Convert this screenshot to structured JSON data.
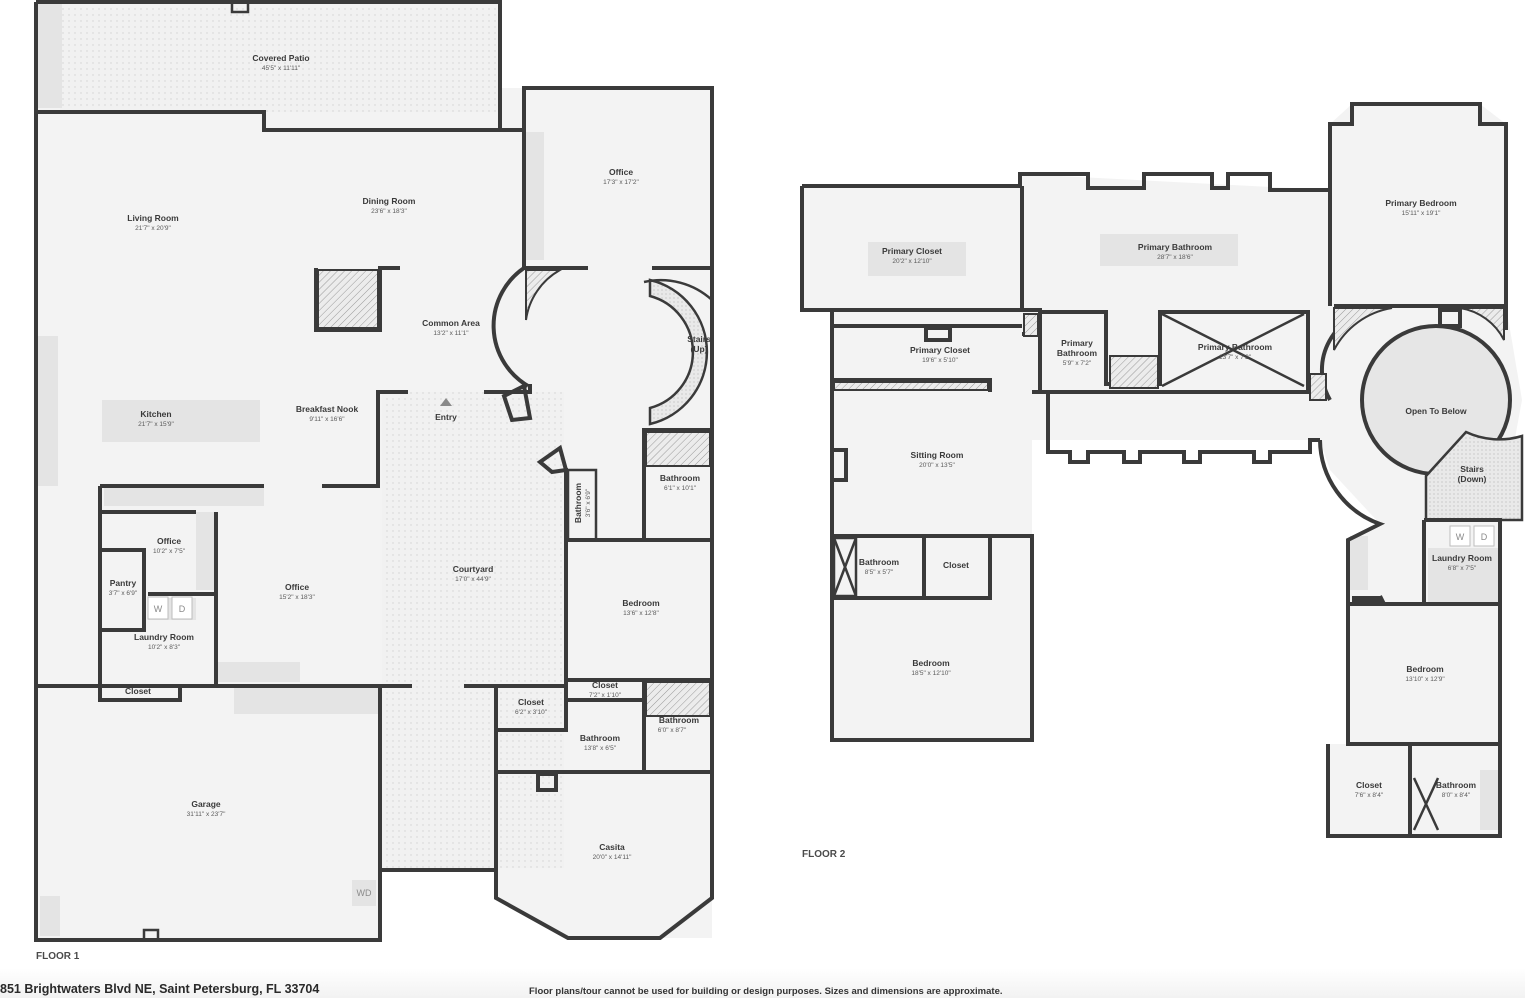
{
  "floors": {
    "floor1": {
      "label": "FLOOR 1"
    },
    "floor2": {
      "label": "FLOOR 2"
    }
  },
  "rooms": {
    "covered_patio": {
      "name": "Covered Patio",
      "dim": "45'5\" x 11'11\""
    },
    "living_room": {
      "name": "Living Room",
      "dim": "21'7\" x 20'9\""
    },
    "dining_room": {
      "name": "Dining Room",
      "dim": "23'6\" x 18'3\""
    },
    "office_top": {
      "name": "Office",
      "dim": "17'3\" x 17'2\""
    },
    "common_area": {
      "name": "Common Area",
      "dim": "13'2\" x 11'1\""
    },
    "stairs_up": {
      "name": "Stairs",
      "sub": "(Up)"
    },
    "kitchen": {
      "name": "Kitchen",
      "dim": "21'7\" x 15'9\""
    },
    "breakfast_nook": {
      "name": "Breakfast Nook",
      "dim": "9'11\" x 16'6\""
    },
    "entry": {
      "name": "Entry"
    },
    "bathroom_a": {
      "name": "Bathroom",
      "dim": "6'1\" x 10'1\""
    },
    "bathroom_v": {
      "name": "Bathroom",
      "dim": "3'6\" x 6'9\""
    },
    "office_small": {
      "name": "Office",
      "dim": "10'2\" x 7'5\""
    },
    "pantry": {
      "name": "Pantry",
      "dim": "3'7\" x 6'9\""
    },
    "office_mid": {
      "name": "Office",
      "dim": "15'2\" x 18'3\""
    },
    "laundry_1": {
      "name": "Laundry Room",
      "dim": "10'2\" x 8'3\""
    },
    "courtyard": {
      "name": "Courtyard",
      "dim": "17'0\" x 44'9\""
    },
    "bedroom_1": {
      "name": "Bedroom",
      "dim": "13'6\" x 12'8\""
    },
    "closet_a": {
      "name": "Closet",
      "dim": "7'2\" x 1'10\""
    },
    "closet_b": {
      "name": "Closet",
      "dim": "6'2\" x 3'10\""
    },
    "bathroom_b": {
      "name": "Bathroom",
      "dim": "6'0\" x 8'7\""
    },
    "bathroom_c": {
      "name": "Bathroom",
      "dim": "13'8\" x 6'5\""
    },
    "closet_c": {
      "name": "Closet"
    },
    "garage": {
      "name": "Garage",
      "dim": "31'11\" x 23'7\""
    },
    "casita": {
      "name": "Casita",
      "dim": "20'0\" x 14'11\""
    },
    "primary_closet_1": {
      "name": "Primary Closet",
      "dim": "20'2\" x 12'10\""
    },
    "primary_bathroom_1": {
      "name": "Primary Bathroom",
      "dim": "28'7\" x 18'6\""
    },
    "primary_bedroom": {
      "name": "Primary Bedroom",
      "dim": "15'11\" x 19'1\""
    },
    "primary_closet_2": {
      "name": "Primary Closet",
      "dim": "19'6\" x 5'10\""
    },
    "primary_bathroom_2": {
      "name": "Primary",
      "name2": "Bathroom",
      "dim": "5'9\" x 7'2\""
    },
    "primary_bathroom_3": {
      "name": "Primary Bathroom",
      "dim": "13'7\" x 7'2\""
    },
    "open_to_below": {
      "name": "Open To Below"
    },
    "stairs_down": {
      "name": "Stairs",
      "sub": "(Down)"
    },
    "sitting_room": {
      "name": "Sitting Room",
      "dim": "20'0\" x 13'5\""
    },
    "bathroom_f2a": {
      "name": "Bathroom",
      "dim": "8'5\" x 5'7\""
    },
    "closet_f2": {
      "name": "Closet"
    },
    "laundry_2": {
      "name": "Laundry Room",
      "dim": "6'8\" x 7'5\""
    },
    "bedroom_f2a": {
      "name": "Bedroom",
      "dim": "18'5\" x 12'10\""
    },
    "bedroom_f2b": {
      "name": "Bedroom",
      "dim": "13'10\" x 12'9\""
    },
    "closet_f2b": {
      "name": "Closet",
      "dim": "7'6\" x 8'4\""
    },
    "bathroom_f2b": {
      "name": "Bathroom",
      "dim": "8'0\" x 8'4\""
    }
  },
  "appliances": {
    "washer": "W",
    "dryer": "D",
    "washer_dryer": "WD"
  },
  "footer": {
    "address": "851 Brightwaters Blvd NE, Saint Petersburg, FL 33704",
    "disclaimer": "Floor plans/tour cannot be used for building or design purposes. Sizes and dimensions are approximate."
  },
  "colors": {
    "wall": "#3a3a3a",
    "floor": "#f3f3f3",
    "fixture": "#e4e4e4"
  }
}
